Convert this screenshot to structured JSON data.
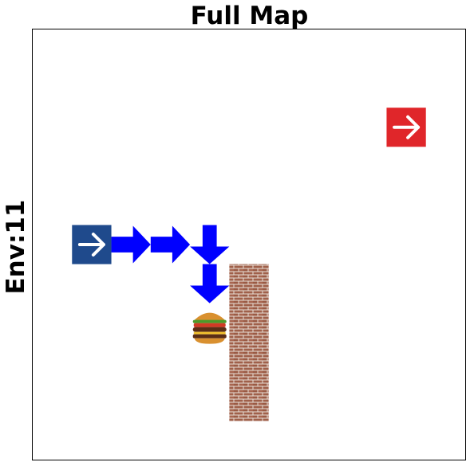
{
  "title": "Full Map",
  "env_label": "Env:11",
  "grid": {
    "cols": 11,
    "rows": 11
  },
  "colors": {
    "start": "#1f4a8c",
    "goal": "#e0262a",
    "path_arrow": "#0000ff",
    "wall_mortar": "#e8e0d8",
    "wall_brick": "#a0604a",
    "board_border": "#000000"
  },
  "entities": {
    "start_tile": {
      "cell": [
        1,
        5
      ],
      "icon": "arrow-right-icon"
    },
    "goal_tile": {
      "cell": [
        9,
        2
      ],
      "icon": "arrow-right-icon"
    },
    "food": {
      "cell": [
        4,
        7
      ],
      "icon": "burger-icon"
    },
    "wall": {
      "cells": [
        [
          5,
          6
        ],
        [
          5,
          7
        ],
        [
          5,
          8
        ],
        [
          5,
          9
        ]
      ],
      "icon": "brick-wall-icon"
    },
    "path": [
      {
        "cell": [
          2,
          5
        ],
        "direction": "right"
      },
      {
        "cell": [
          3,
          5
        ],
        "direction": "right"
      },
      {
        "cell": [
          4,
          5
        ],
        "direction": "down"
      },
      {
        "cell": [
          4,
          6
        ],
        "direction": "down"
      }
    ]
  }
}
